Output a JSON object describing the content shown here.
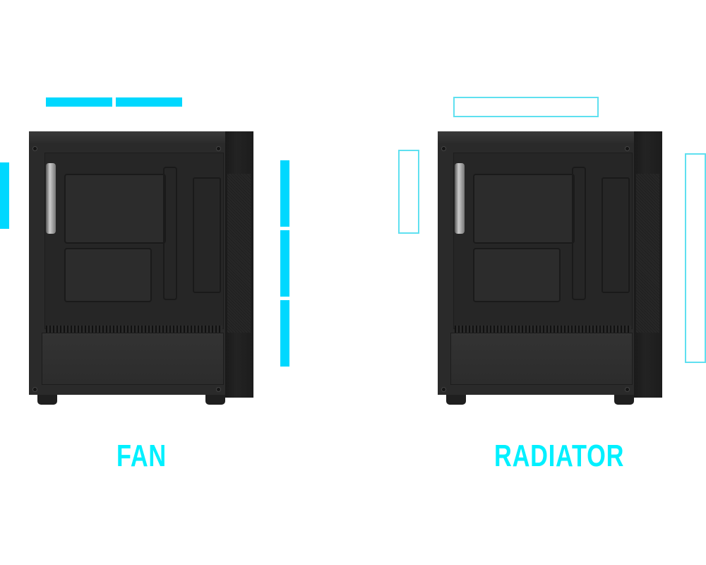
{
  "page": {
    "background": "#ffffff",
    "accent_color": "#00d8ff",
    "label_color": "#00f0ff",
    "outline_color": "#5fe0f0"
  },
  "panels": [
    {
      "id": "fan",
      "label": "FAN",
      "style": "solid",
      "indicators": {
        "top": {
          "count": 2
        },
        "front": {
          "count": 1
        },
        "rear": {
          "count": 3
        }
      }
    },
    {
      "id": "radiator",
      "label": "RADIATOR",
      "style": "outline",
      "indicators": {
        "top": {
          "count": 1
        },
        "front": {
          "count": 1
        },
        "rear": {
          "count": 1
        }
      }
    }
  ],
  "icons": {
    "case": "pc-case-side-view-icon"
  }
}
